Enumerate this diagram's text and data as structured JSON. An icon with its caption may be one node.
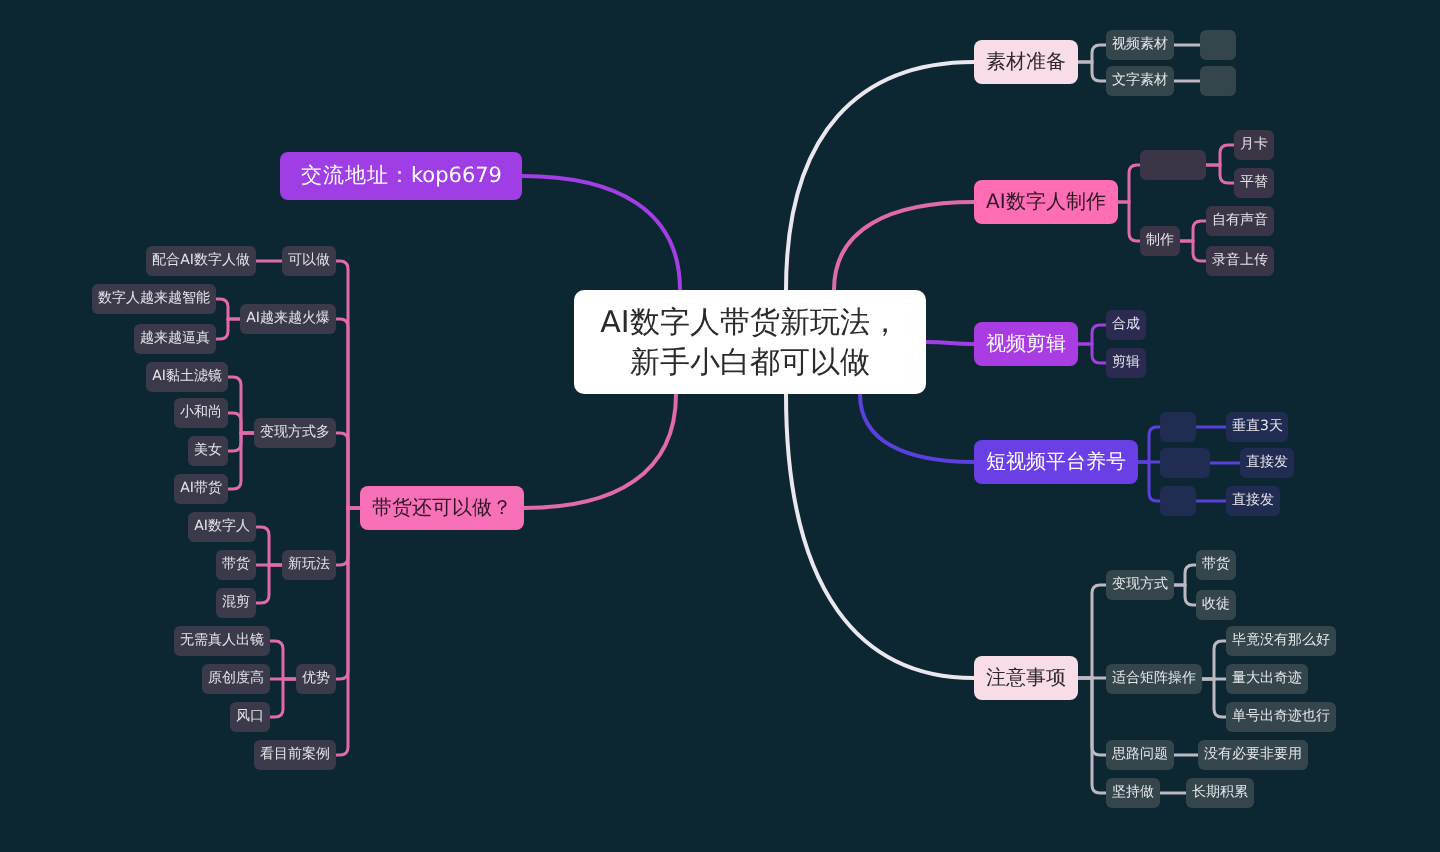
{
  "diagram": {
    "nodes": [
      {
        "text": [
          "AI数字人带货新玩法，新手小白都可以做"
        ]
      },
      {
        "text": [
          "交流地址：kop6679"
        ]
      },
      {
        "text": [
          "带货还可以做？"
        ]
      },
      {
        "text": [
          "可以做"
        ]
      },
      {
        "text": [
          "配合AI数字人做"
        ]
      },
      {
        "text": [
          "AI越来越火爆"
        ]
      },
      {
        "text": [
          "数字人越来越智能"
        ]
      },
      {
        "text": [
          "越来越逼真"
        ]
      },
      {
        "text": [
          "变现方式多"
        ]
      },
      {
        "text": [
          "AI黏土滤镜"
        ]
      },
      {
        "text": [
          "小和尚"
        ]
      },
      {
        "text": [
          "美女"
        ]
      },
      {
        "text": [
          "AI带货"
        ]
      },
      {
        "text": [
          "新玩法"
        ]
      },
      {
        "text": [
          "AI数字人"
        ]
      },
      {
        "text": [
          "带货"
        ]
      },
      {
        "text": [
          "混剪"
        ]
      },
      {
        "text": [
          "优势"
        ]
      },
      {
        "text": [
          "无需真人出镜"
        ]
      },
      {
        "text": [
          "原创度高"
        ]
      },
      {
        "text": [
          "风口"
        ]
      },
      {
        "text": [
          "看目前案例"
        ]
      },
      {
        "text": [
          "素材准备"
        ]
      },
      {
        "text": [
          "视频素材"
        ]
      },
      {
        "text": [],
        "shape": "box"
      },
      {
        "text": [
          "文字素材"
        ]
      },
      {
        "text": [],
        "shape": "box"
      },
      {
        "text": [
          "AI数字人制作"
        ]
      },
      {
        "text": [],
        "shape": "box"
      },
      {
        "text": [
          "月卡"
        ]
      },
      {
        "text": [
          "平替"
        ]
      },
      {
        "text": [
          "制作"
        ]
      },
      {
        "text": [
          "自有声音"
        ]
      },
      {
        "text": [
          "录音上传"
        ]
      },
      {
        "text": [
          "视频剪辑"
        ]
      },
      {
        "text": [
          "合成"
        ]
      },
      {
        "text": [
          "剪辑"
        ]
      },
      {
        "text": [
          "短视频平台养号"
        ]
      },
      {
        "text": [],
        "shape": "box"
      },
      {
        "text": [
          "垂直3天"
        ]
      },
      {
        "text": [],
        "shape": "box"
      },
      {
        "text": [
          "直接发"
        ]
      },
      {
        "text": [],
        "shape": "box"
      },
      {
        "text": [
          "直接发"
        ]
      },
      {
        "text": [
          "注意事项"
        ]
      },
      {
        "text": [
          "变现方式"
        ]
      },
      {
        "text": [
          "带货"
        ]
      },
      {
        "text": [
          "收徒"
        ]
      },
      {
        "text": [
          "适合矩阵操作"
        ]
      },
      {
        "text": [
          "毕竟没有那么好"
        ]
      },
      {
        "text": [
          "量大出奇迹"
        ]
      },
      {
        "text": [
          "单号出奇迹也行"
        ]
      },
      {
        "text": [
          "思路问题"
        ]
      },
      {
        "text": [
          "没有必要非要用"
        ]
      },
      {
        "text": [
          "坚持做"
        ]
      },
      {
        "text": [
          "长期积累"
        ]
      }
    ],
    "edges": [
      {
        "from": 0,
        "to": 1,
        "arrow": "none",
        "color": "#a13fe5"
      },
      {
        "from": 0,
        "to": 2,
        "arrow": "none"
      },
      {
        "from": 2,
        "to": 3,
        "arrow": "none"
      },
      {
        "from": 3,
        "to": 4,
        "arrow": "none"
      },
      {
        "from": 2,
        "to": 5,
        "arrow": "none"
      },
      {
        "from": 5,
        "to": 6,
        "arrow": "none"
      },
      {
        "from": 5,
        "to": 7,
        "arrow": "none"
      },
      {
        "from": 2,
        "to": 8,
        "arrow": "none"
      },
      {
        "from": 8,
        "to": 9,
        "arrow": "none"
      },
      {
        "from": 8,
        "to": 10,
        "arrow": "none"
      },
      {
        "from": 8,
        "to": 11,
        "arrow": "none"
      },
      {
        "from": 8,
        "to": 12,
        "arrow": "none"
      },
      {
        "from": 2,
        "to": 13,
        "arrow": "none"
      },
      {
        "from": 13,
        "to": 14,
        "arrow": "none"
      },
      {
        "from": 13,
        "to": 15,
        "arrow": "none"
      },
      {
        "from": 13,
        "to": 16,
        "arrow": "none"
      },
      {
        "from": 2,
        "to": 17,
        "arrow": "none"
      },
      {
        "from": 17,
        "to": 18,
        "arrow": "none"
      },
      {
        "from": 17,
        "to": 19,
        "arrow": "none"
      },
      {
        "from": 17,
        "to": 20,
        "arrow": "none"
      },
      {
        "from": 2,
        "to": 21,
        "arrow": "none"
      },
      {
        "from": 0,
        "to": 22,
        "arrow": "none",
        "color": "#ebe7ef"
      },
      {
        "from": 22,
        "to": 23,
        "arrow": "none",
        "color": "#bdb9c2"
      },
      {
        "from": 23,
        "to": 24,
        "arrow": "none",
        "color": "#bdb9c2"
      },
      {
        "from": 22,
        "to": 25,
        "arrow": "none",
        "color": "#bdb9c2"
      },
      {
        "from": 25,
        "to": 26,
        "arrow": "none",
        "color": "#bdb9c2"
      },
      {
        "from": 0,
        "to": 27,
        "arrow": "none"
      },
      {
        "from": 27,
        "to": 28,
        "arrow": "none"
      },
      {
        "from": 28,
        "to": 29,
        "arrow": "none"
      },
      {
        "from": 28,
        "to": 30,
        "arrow": "none"
      },
      {
        "from": 27,
        "to": 31,
        "arrow": "none"
      },
      {
        "from": 31,
        "to": 32,
        "arrow": "none"
      },
      {
        "from": 31,
        "to": 33,
        "arrow": "none"
      },
      {
        "from": 0,
        "to": 34,
        "arrow": "none",
        "color": "#a13fe5"
      },
      {
        "from": 34,
        "to": 35,
        "arrow": "none",
        "color": "#a13fe5"
      },
      {
        "from": 34,
        "to": 36,
        "arrow": "none",
        "color": "#a13fe5"
      },
      {
        "from": 0,
        "to": 37,
        "arrow": "none",
        "color": "#5b40dd"
      },
      {
        "from": 37,
        "to": 38,
        "arrow": "none",
        "color": "#5b40dd"
      },
      {
        "from": 38,
        "to": 39,
        "arrow": "none",
        "color": "#5b40dd"
      },
      {
        "from": 37,
        "to": 40,
        "arrow": "none",
        "color": "#5b40dd"
      },
      {
        "from": 40,
        "to": 41,
        "arrow": "none",
        "color": "#5b40dd"
      },
      {
        "from": 37,
        "to": 42,
        "arrow": "none",
        "color": "#5b40dd"
      },
      {
        "from": 42,
        "to": 43,
        "arrow": "none",
        "color": "#5b40dd"
      },
      {
        "from": 0,
        "to": 44,
        "arrow": "none",
        "color": "#ebe7ef"
      },
      {
        "from": 44,
        "to": 45,
        "arrow": "none",
        "color": "#bdb9c2"
      },
      {
        "from": 45,
        "to": 46,
        "arrow": "none",
        "color": "#bdb9c2"
      },
      {
        "from": 45,
        "to": 47,
        "arrow": "none",
        "color": "#bdb9c2"
      },
      {
        "from": 44,
        "to": 48,
        "arrow": "none",
        "color": "#bdb9c2"
      },
      {
        "from": 48,
        "to": 49,
        "arrow": "none",
        "color": "#bdb9c2"
      },
      {
        "from": 48,
        "to": 50,
        "arrow": "none",
        "color": "#bdb9c2"
      },
      {
        "from": 48,
        "to": 51,
        "arrow": "none",
        "color": "#bdb9c2"
      },
      {
        "from": 44,
        "to": 52,
        "arrow": "none",
        "color": "#bdb9c2"
      },
      {
        "from": 52,
        "to": 53,
        "arrow": "none",
        "color": "#bdb9c2"
      },
      {
        "from": 44,
        "to": 54,
        "arrow": "none",
        "color": "#bdb9c2"
      },
      {
        "from": 54,
        "to": 55,
        "arrow": "none",
        "color": "#bdb9c2"
      }
    ]
  }
}
